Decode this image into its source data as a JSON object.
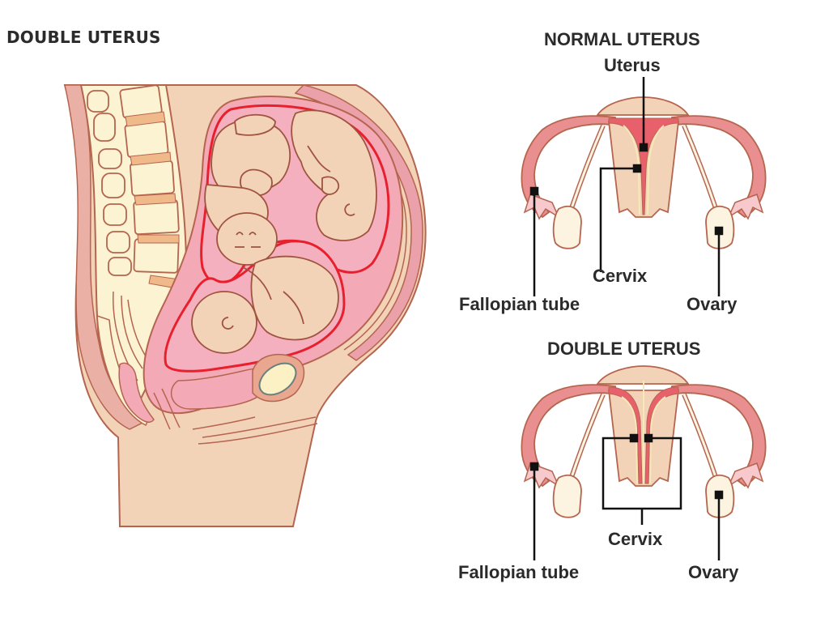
{
  "left_panel": {
    "title": "DOUBLE UTERUS",
    "illustration": "Sagittal cross-section of pregnant abdomen showing twin fetuses in a double uterus"
  },
  "right_panel": {
    "normal": {
      "title": "NORMAL UTERUS",
      "labels": {
        "uterus": "Uterus",
        "cervix": "Cervix",
        "fallopian_tube": "Fallopian tube",
        "ovary": "Ovary"
      }
    },
    "double": {
      "title": "DOUBLE UTERUS",
      "labels": {
        "cervix": "Cervix",
        "fallopian_tube": "Fallopian tube",
        "ovary": "Ovary"
      }
    }
  },
  "colors": {
    "skin": "#f2d3b8",
    "outline": "#b5654f",
    "pink": "#f4a9b6",
    "red": "#e8202e",
    "bone": "#fbf3d1",
    "disc": "#f0b98a",
    "ovary": "#fcf4e0",
    "leader": "#111111"
  }
}
